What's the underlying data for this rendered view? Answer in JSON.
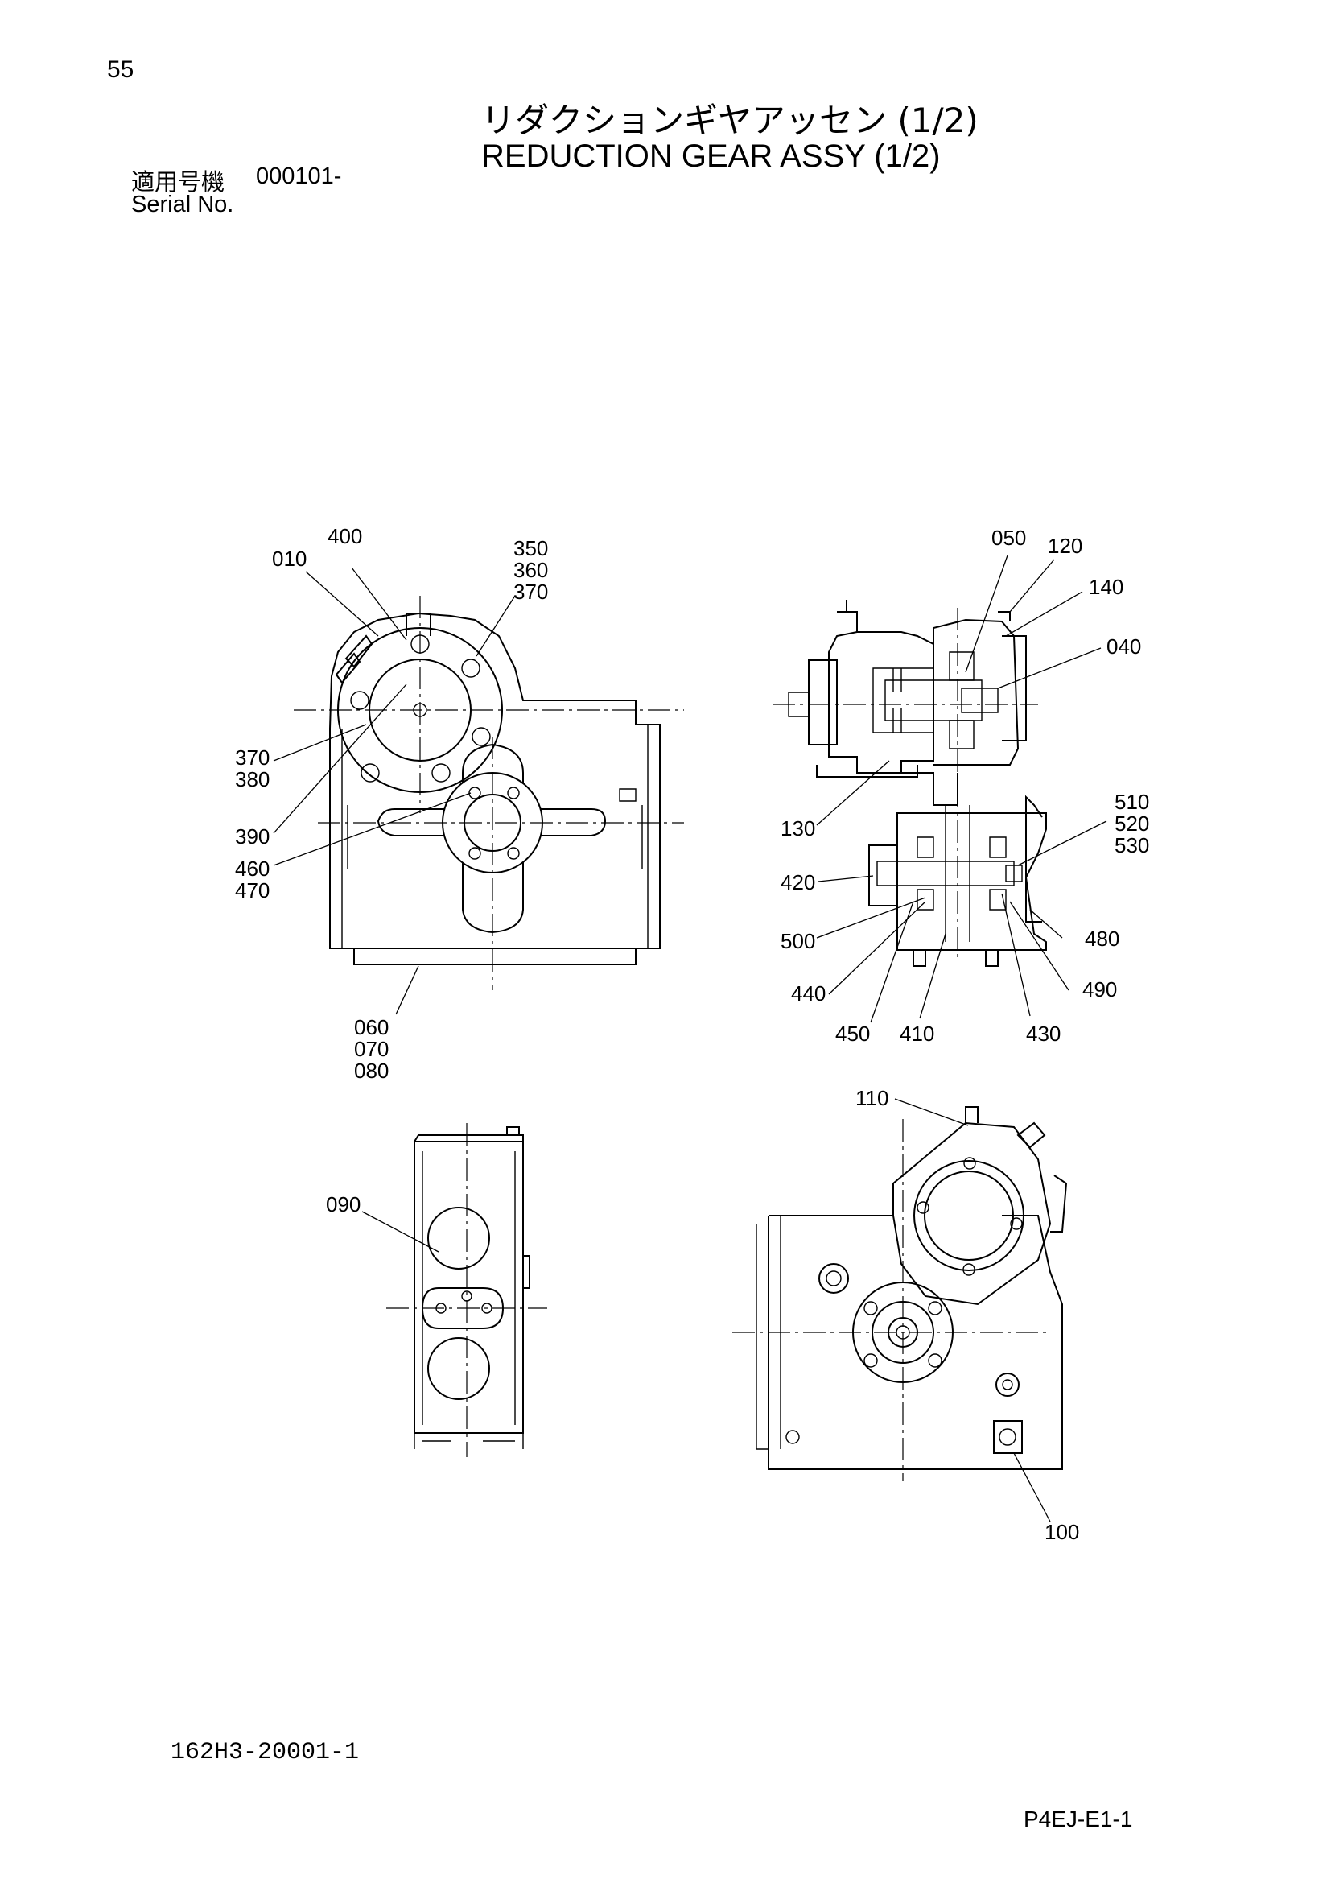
{
  "header": {
    "page_number": "55",
    "title_jp": "リダクションギヤアッセン (1/2)",
    "title_en": "REDUCTION GEAR ASSY (1/2)",
    "serial_label_jp": "適用号機",
    "serial_value": "000101-",
    "serial_label_en": "Serial No."
  },
  "footer": {
    "drawing_number": "162H3-20001-1",
    "page_code": "P4EJ-E1-1"
  },
  "diagram": {
    "labels": {
      "l010": "010",
      "l400": "400",
      "l350": "350",
      "l360": "360",
      "l370a": "370",
      "l370b": "370",
      "l380": "380",
      "l390": "390",
      "l460": "460",
      "l470": "470",
      "l060": "060",
      "l070": "070",
      "l080": "080",
      "l050": "050",
      "l120": "120",
      "l140": "140",
      "l040": "040",
      "l130": "130",
      "l510": "510",
      "l520": "520",
      "l530": "530",
      "l420": "420",
      "l500": "500",
      "l480": "480",
      "l440": "440",
      "l490": "490",
      "l450": "450",
      "l410": "410",
      "l430": "430",
      "l090": "090",
      "l110": "110",
      "l100": "100"
    }
  }
}
